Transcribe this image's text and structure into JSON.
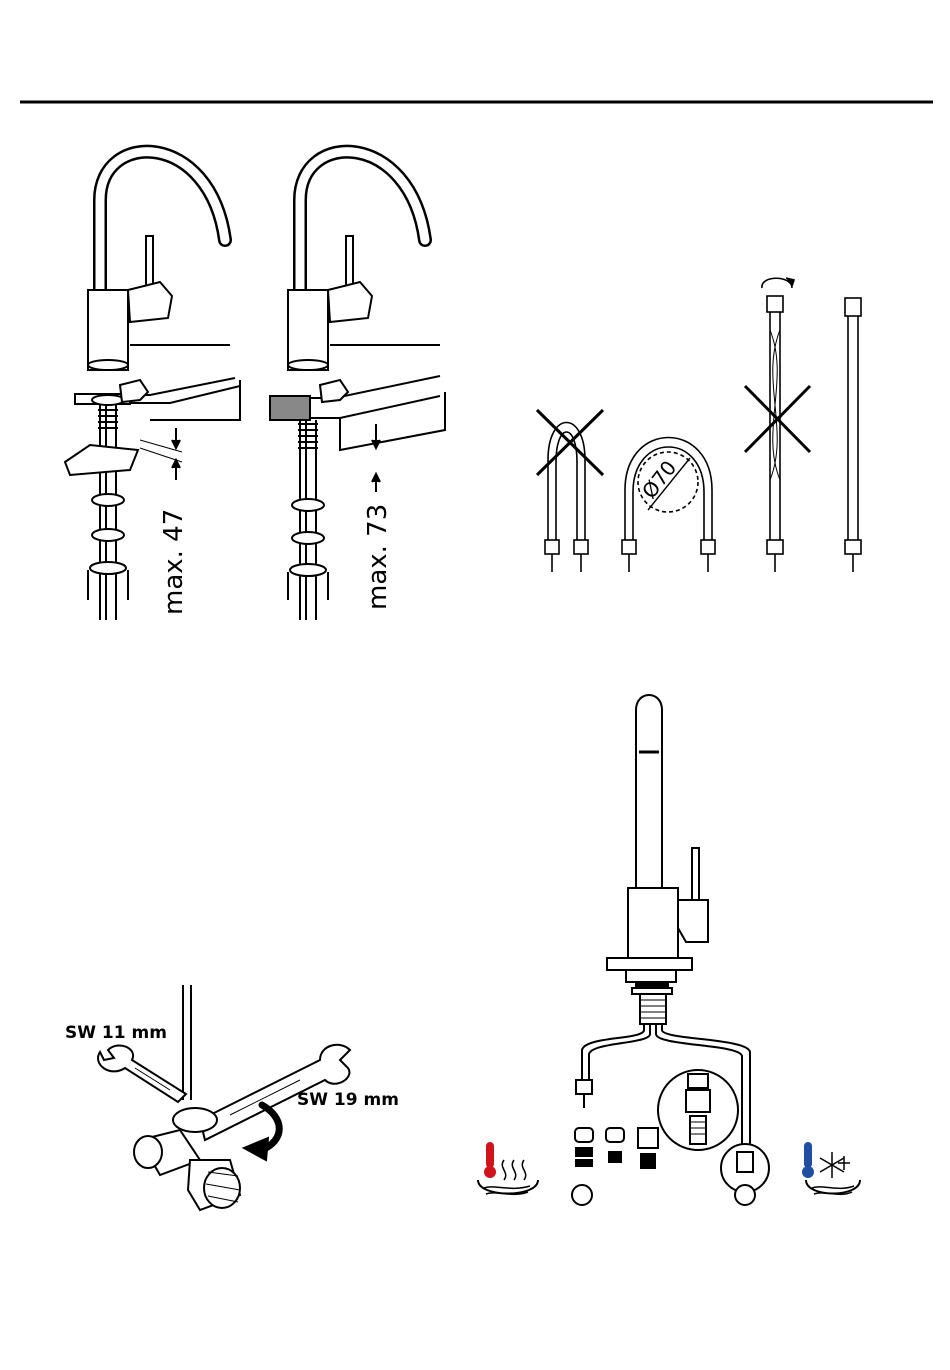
{
  "figure1": {
    "left_dimension": "max. 47",
    "right_dimension": "max. 73"
  },
  "figure2": {
    "bend_diameter": "Ø70"
  },
  "figure3": {
    "wrench_small": "SW 11 mm",
    "wrench_large": "SW 19 mm"
  },
  "figure4": {
    "hot_icon": "thermometer-hot-icon",
    "cold_icon": "thermometer-cold-snowflake-icon",
    "colors": {
      "hot": "#d0131b",
      "cold": "#1f4ea3"
    }
  }
}
